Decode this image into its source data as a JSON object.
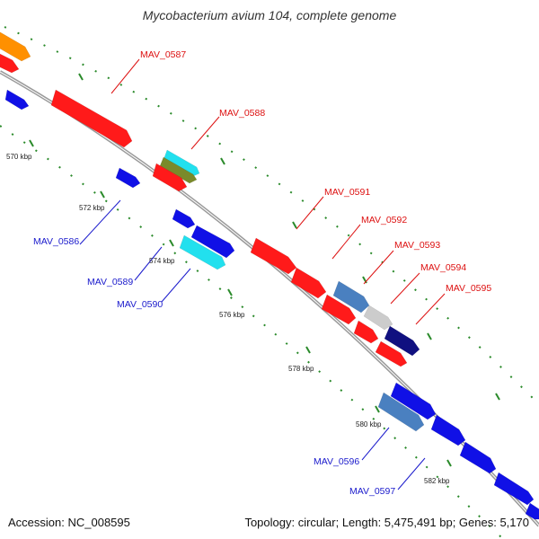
{
  "title": "Mycobacterium avium 104, complete genome",
  "footer": {
    "accession": "Accession: NC_008595",
    "summary": "Topology: circular; Length: 5,475,491 bp; Genes: 5,170"
  },
  "backbone_color": "#9a9a9a",
  "tick_color": "#2a8a2a",
  "kbp_labels": [
    "570 kbp",
    "572 kbp",
    "574 kbp",
    "576 kbp",
    "578 kbp",
    "580 kbp",
    "582 kbp"
  ],
  "genes": [
    {
      "label": "MAV_0586",
      "strand": "minus",
      "label_color": "#1a1acc"
    },
    {
      "label": "MAV_0587",
      "strand": "plus",
      "label_color": "#dd1111"
    },
    {
      "label": "MAV_0588",
      "strand": "plus",
      "label_color": "#dd1111"
    },
    {
      "label": "MAV_0589",
      "strand": "minus",
      "label_color": "#1a1acc"
    },
    {
      "label": "MAV_0590",
      "strand": "minus",
      "label_color": "#1a1acc"
    },
    {
      "label": "MAV_0591",
      "strand": "plus",
      "label_color": "#dd1111"
    },
    {
      "label": "MAV_0592",
      "strand": "plus",
      "label_color": "#dd1111"
    },
    {
      "label": "MAV_0593",
      "strand": "plus",
      "label_color": "#dd1111"
    },
    {
      "label": "MAV_0594",
      "strand": "plus",
      "label_color": "#dd1111"
    },
    {
      "label": "MAV_0595",
      "strand": "plus",
      "label_color": "#dd1111"
    },
    {
      "label": "MAV_0596",
      "strand": "minus",
      "label_color": "#1a1acc"
    },
    {
      "label": "MAV_0597",
      "strand": "minus",
      "label_color": "#1a1acc"
    }
  ],
  "feature_colors": {
    "red": "#ff1a1a",
    "blue": "#1010e6",
    "cyan": "#22e0ee",
    "orange": "#ff9000",
    "olive": "#7a8a2a",
    "steel": "#4a80c0",
    "lightgray": "#cccccc",
    "navy": "#101080"
  }
}
